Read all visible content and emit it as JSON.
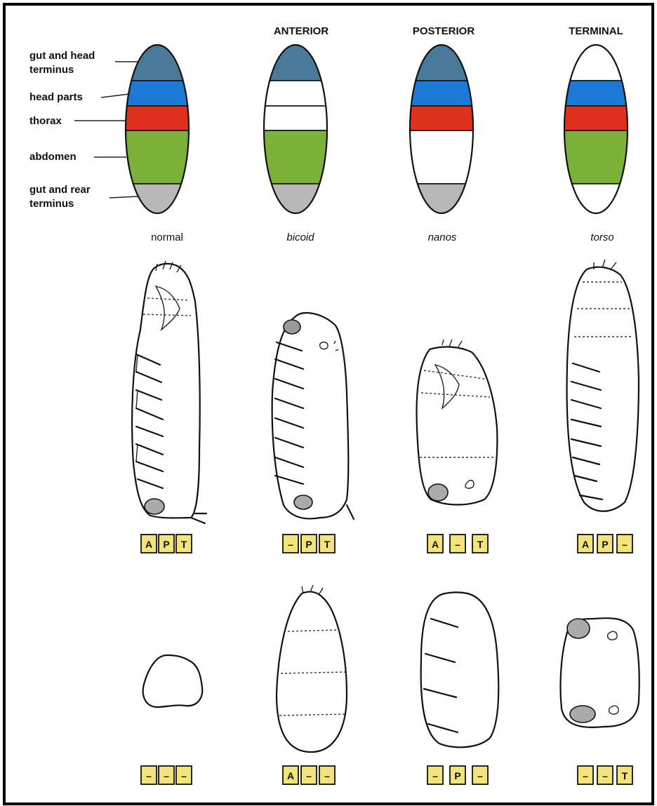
{
  "columns": [
    {
      "header": "",
      "caption": "normal",
      "italic": false
    },
    {
      "header": "ANTERIOR",
      "caption": "bicoid",
      "italic": true
    },
    {
      "header": "POSTERIOR",
      "caption": "nanos",
      "italic": true
    },
    {
      "header": "TERMINAL",
      "caption": "torso",
      "italic": true
    }
  ],
  "region_labels": [
    {
      "line1": "gut and head",
      "line2": "terminus"
    },
    {
      "line1": "head parts",
      "line2": ""
    },
    {
      "line1": "thorax",
      "line2": ""
    },
    {
      "line1": "abdomen",
      "line2": ""
    },
    {
      "line1": "gut and rear",
      "line2": "terminus"
    }
  ],
  "region_colors": [
    "#4a7a9a",
    "#1a7ad6",
    "#e0301e",
    "#7cb23a",
    "#b8b8b8"
  ],
  "fate_maps": [
    {
      "column": "normal",
      "regions_present": [
        true,
        true,
        true,
        true,
        true
      ]
    },
    {
      "column": "bicoid",
      "regions_present": [
        true,
        false,
        false,
        true,
        true
      ]
    },
    {
      "column": "nanos",
      "regions_present": [
        true,
        true,
        true,
        false,
        true
      ]
    },
    {
      "column": "torso",
      "regions_present": [
        false,
        true,
        true,
        true,
        false
      ]
    }
  ],
  "genotype_rows": [
    [
      [
        "A",
        "P",
        "T"
      ],
      [
        "–",
        "P",
        "T"
      ],
      [
        "A",
        "–",
        "T"
      ],
      [
        "A",
        "P",
        "–"
      ]
    ],
    [
      [
        "–",
        "–",
        "–"
      ],
      [
        "A",
        "–",
        "–"
      ],
      [
        "–",
        "P",
        "–"
      ],
      [
        "–",
        "–",
        "T"
      ]
    ]
  ],
  "code_box_color": "#f2e37a"
}
